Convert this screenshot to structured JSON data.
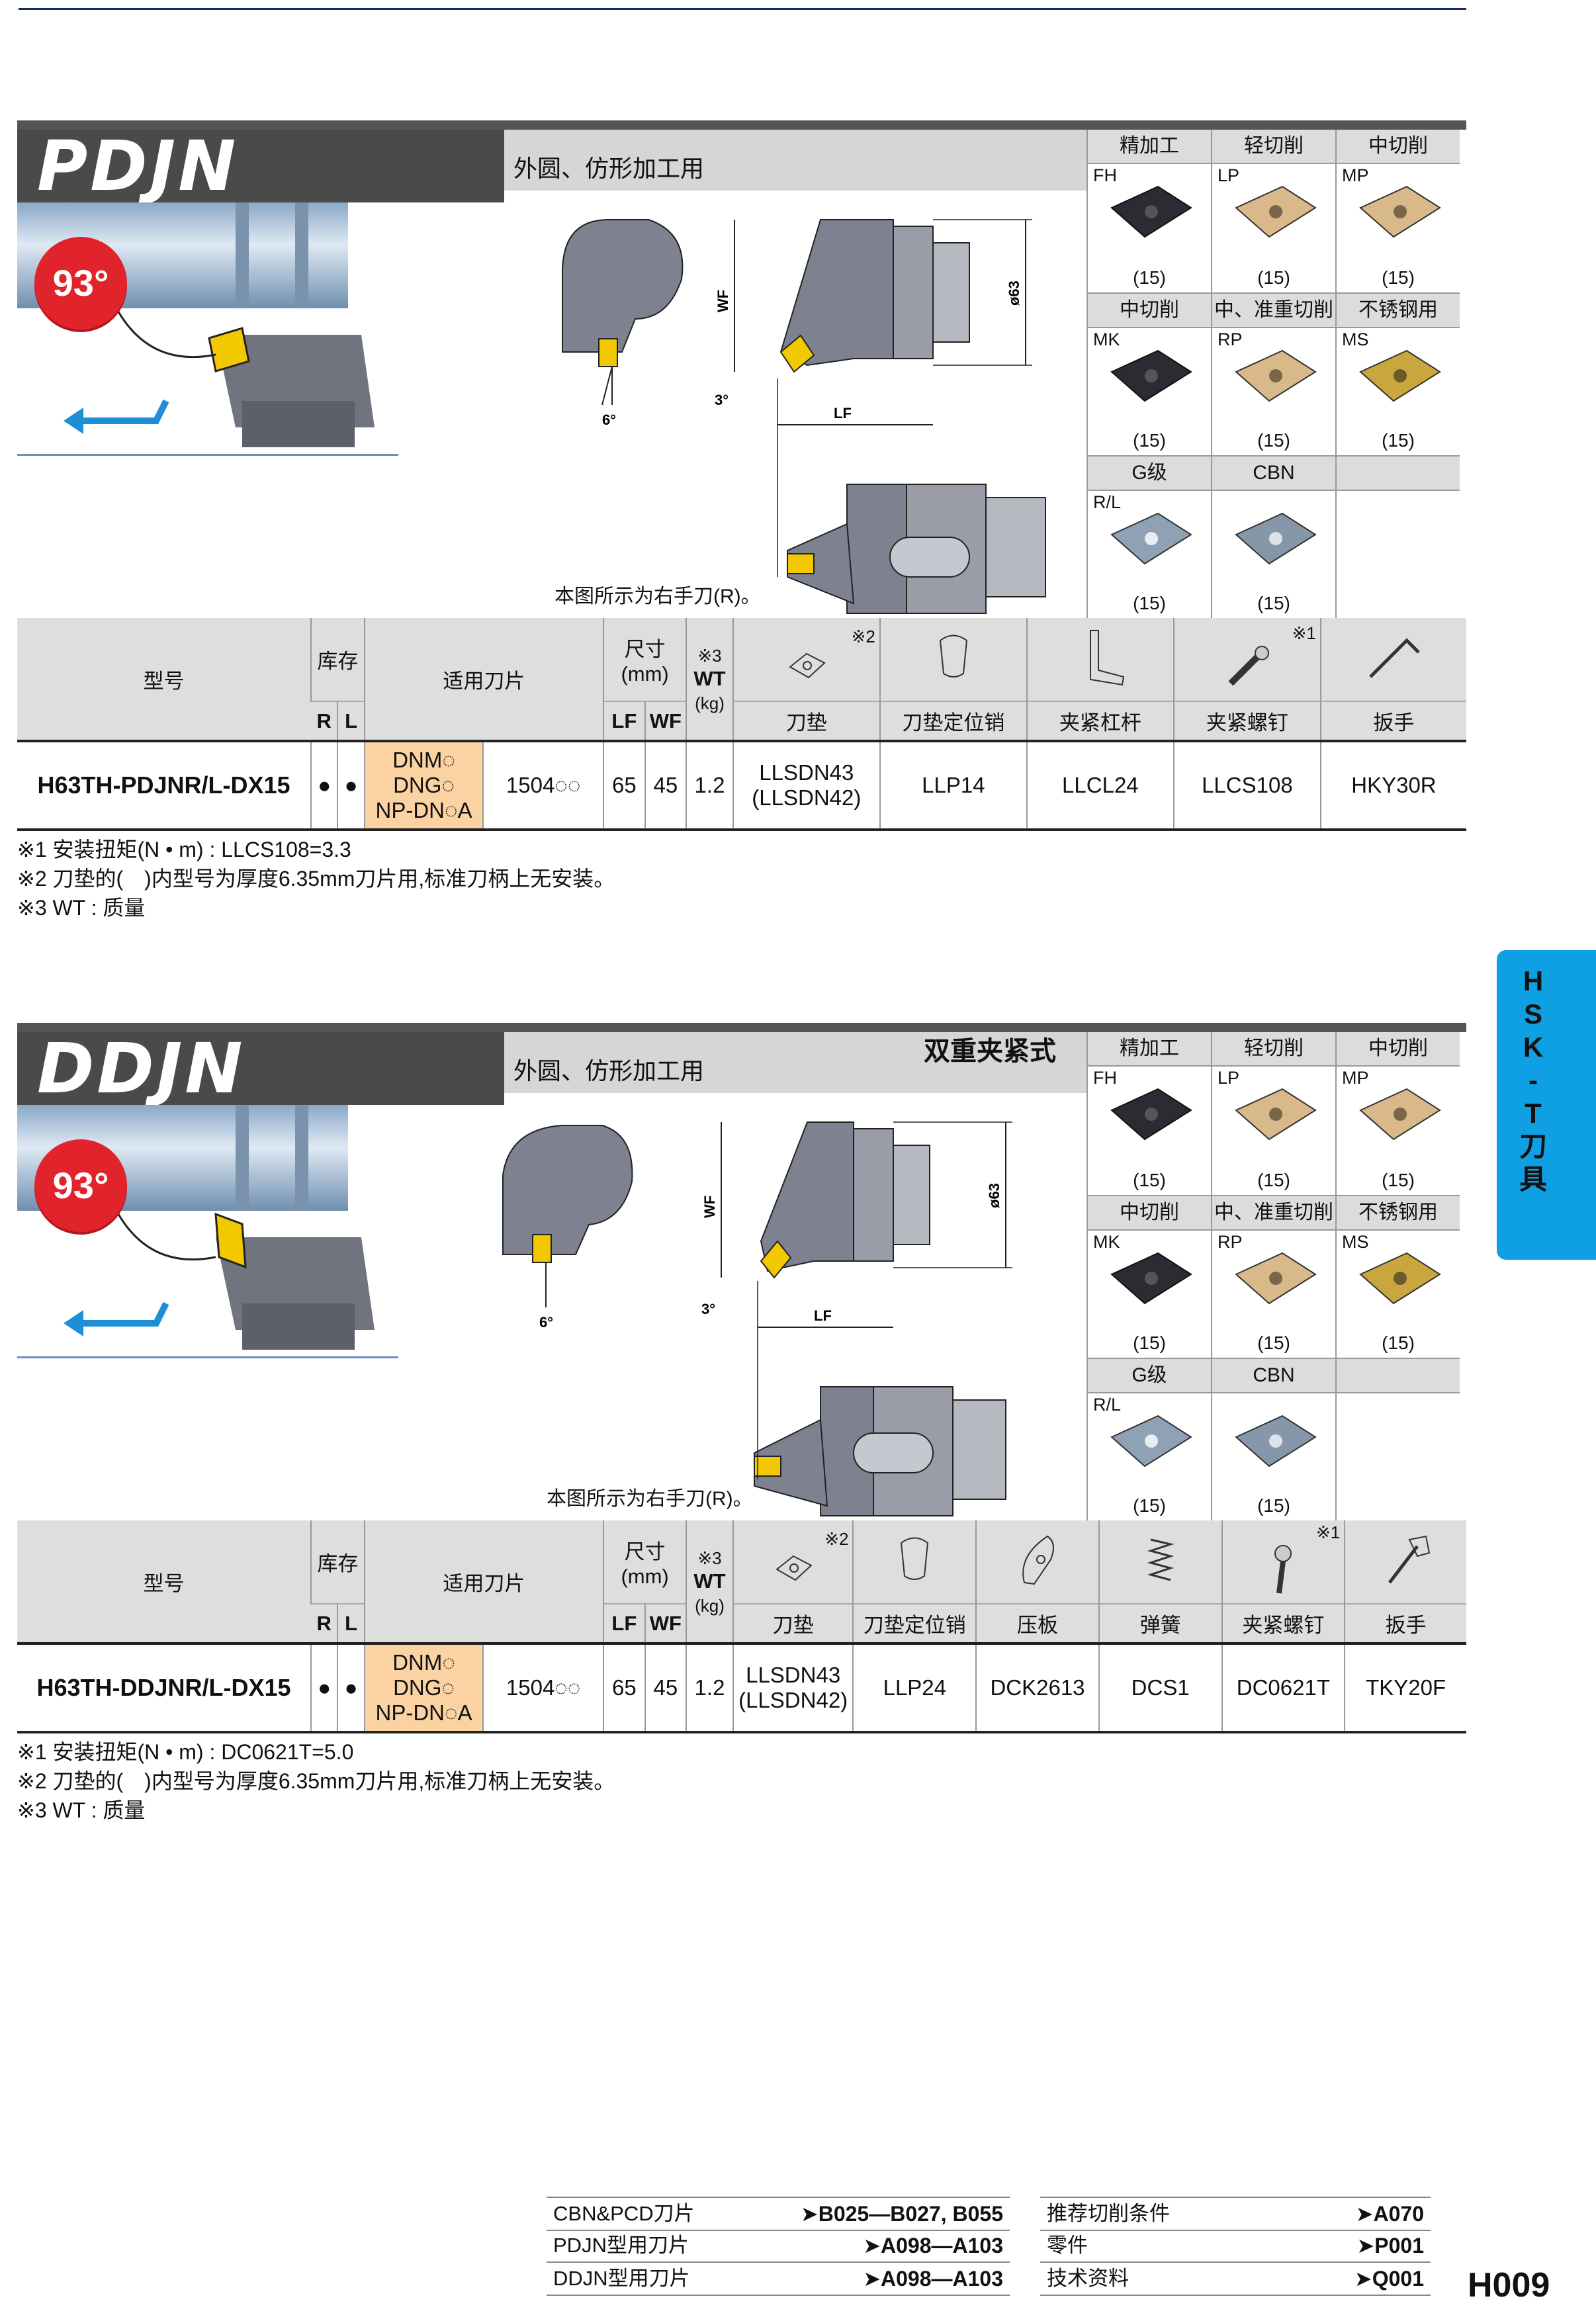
{
  "colors": {
    "accent_blue": "#0fa0e4",
    "badge_red": "#e1232b",
    "title_gray": "#4a4a4a",
    "orange_cell": "#fbd3a3"
  },
  "side_tab": {
    "label": "HSK-T刀具"
  },
  "insert_grid": {
    "heads": [
      [
        "精加工",
        "轻切削",
        "中切削"
      ],
      [
        "中切削",
        "中、准重切削",
        "不锈钢用"
      ],
      [
        "G级",
        "CBN",
        ""
      ]
    ],
    "codes": [
      [
        "FH",
        "LP",
        "MP"
      ],
      [
        "MK",
        "RP",
        "MS"
      ],
      [
        "R/L",
        "",
        ""
      ]
    ],
    "counts": [
      [
        "(15)",
        "(15)",
        "(15)"
      ],
      [
        "(15)",
        "(15)",
        "(15)"
      ],
      [
        "(15)",
        "(15)",
        ""
      ]
    ]
  },
  "table_header": {
    "model": "型号",
    "stock": "库存",
    "stock_r": "R",
    "stock_l": "L",
    "insert": "适用刀片",
    "size": "尺寸",
    "size_unit": "(mm)",
    "lf": "LF",
    "wf": "WF",
    "wt_mark": "※3",
    "wt": "WT",
    "wt_unit": "(kg)"
  },
  "sections": [
    {
      "title": "PDJN",
      "subtitle": "外圆、仿形加工用",
      "subtitle2": "",
      "angle": "93°",
      "caption": "本图所示为右手刀(R)。",
      "dims": {
        "d63": "ø63",
        "wf": "WF",
        "lf": "LF",
        "a6": "6°",
        "a3": "3°"
      },
      "part_marks": [
        "※2",
        "",
        "",
        "※1",
        ""
      ],
      "parts": [
        "刀垫",
        "刀垫定位销",
        "夹紧杠杆",
        "夹紧螺钉",
        "扳手"
      ],
      "row": {
        "model": "H63TH-PDJNR/L-DX15",
        "stock_r": "●",
        "stock_l": "●",
        "insert_types": [
          "DNM◌",
          "DNG◌",
          "NP-DN◌A"
        ],
        "insert_code": "1504◌◌",
        "lf": "65",
        "wf": "45",
        "wt": "1.2",
        "pad": [
          "LLSDN43",
          "(LLSDN42)"
        ],
        "parts": [
          "LLP14",
          "LLCL24",
          "LLCS108",
          "HKY30R"
        ]
      },
      "notes": [
        "※1 安装扭矩(N • m) : LLCS108=3.3",
        "※2 刀垫的(　)内型号为厚度6.35mm刀片用,标准刀柄上无安装。",
        "※3 WT : 质量"
      ]
    },
    {
      "title": "DDJN",
      "subtitle": "外圆、仿形加工用",
      "subtitle2": "双重夹紧式",
      "angle": "93°",
      "caption": "本图所示为右手刀(R)。",
      "dims": {
        "d63": "ø63",
        "wf": "WF",
        "lf": "LF",
        "a6": "6°",
        "a3": "3°"
      },
      "part_marks": [
        "※2",
        "",
        "",
        "",
        "※1",
        ""
      ],
      "parts": [
        "刀垫",
        "刀垫定位销",
        "压板",
        "弹簧",
        "夹紧螺钉",
        "扳手"
      ],
      "row": {
        "model": "H63TH-DDJNR/L-DX15",
        "stock_r": "●",
        "stock_l": "●",
        "insert_types": [
          "DNM◌",
          "DNG◌",
          "NP-DN◌A"
        ],
        "insert_code": "1504◌◌",
        "lf": "65",
        "wf": "45",
        "wt": "1.2",
        "pad": [
          "LLSDN43",
          "(LLSDN42)"
        ],
        "parts": [
          "LLP24",
          "DCK2613",
          "DCS1",
          "DC0621T",
          "TKY20F"
        ]
      },
      "notes": [
        "※1 安装扭矩(N • m) : DC0621T=5.0",
        "※2 刀垫的(　)内型号为厚度6.35mm刀片用,标准刀柄上无安装。",
        "※3 WT : 质量"
      ]
    }
  ],
  "footer": {
    "left": [
      [
        "CBN&PCD刀片",
        "➤B025—B027, B055"
      ],
      [
        "PDJN型用刀片",
        "➤A098—A103"
      ],
      [
        "DDJN型用刀片",
        "➤A098—A103"
      ]
    ],
    "right": [
      [
        "推荐切削条件",
        "➤A070"
      ],
      [
        "零件",
        "➤P001"
      ],
      [
        "技术资料",
        "➤Q001"
      ]
    ],
    "page": "H009"
  }
}
